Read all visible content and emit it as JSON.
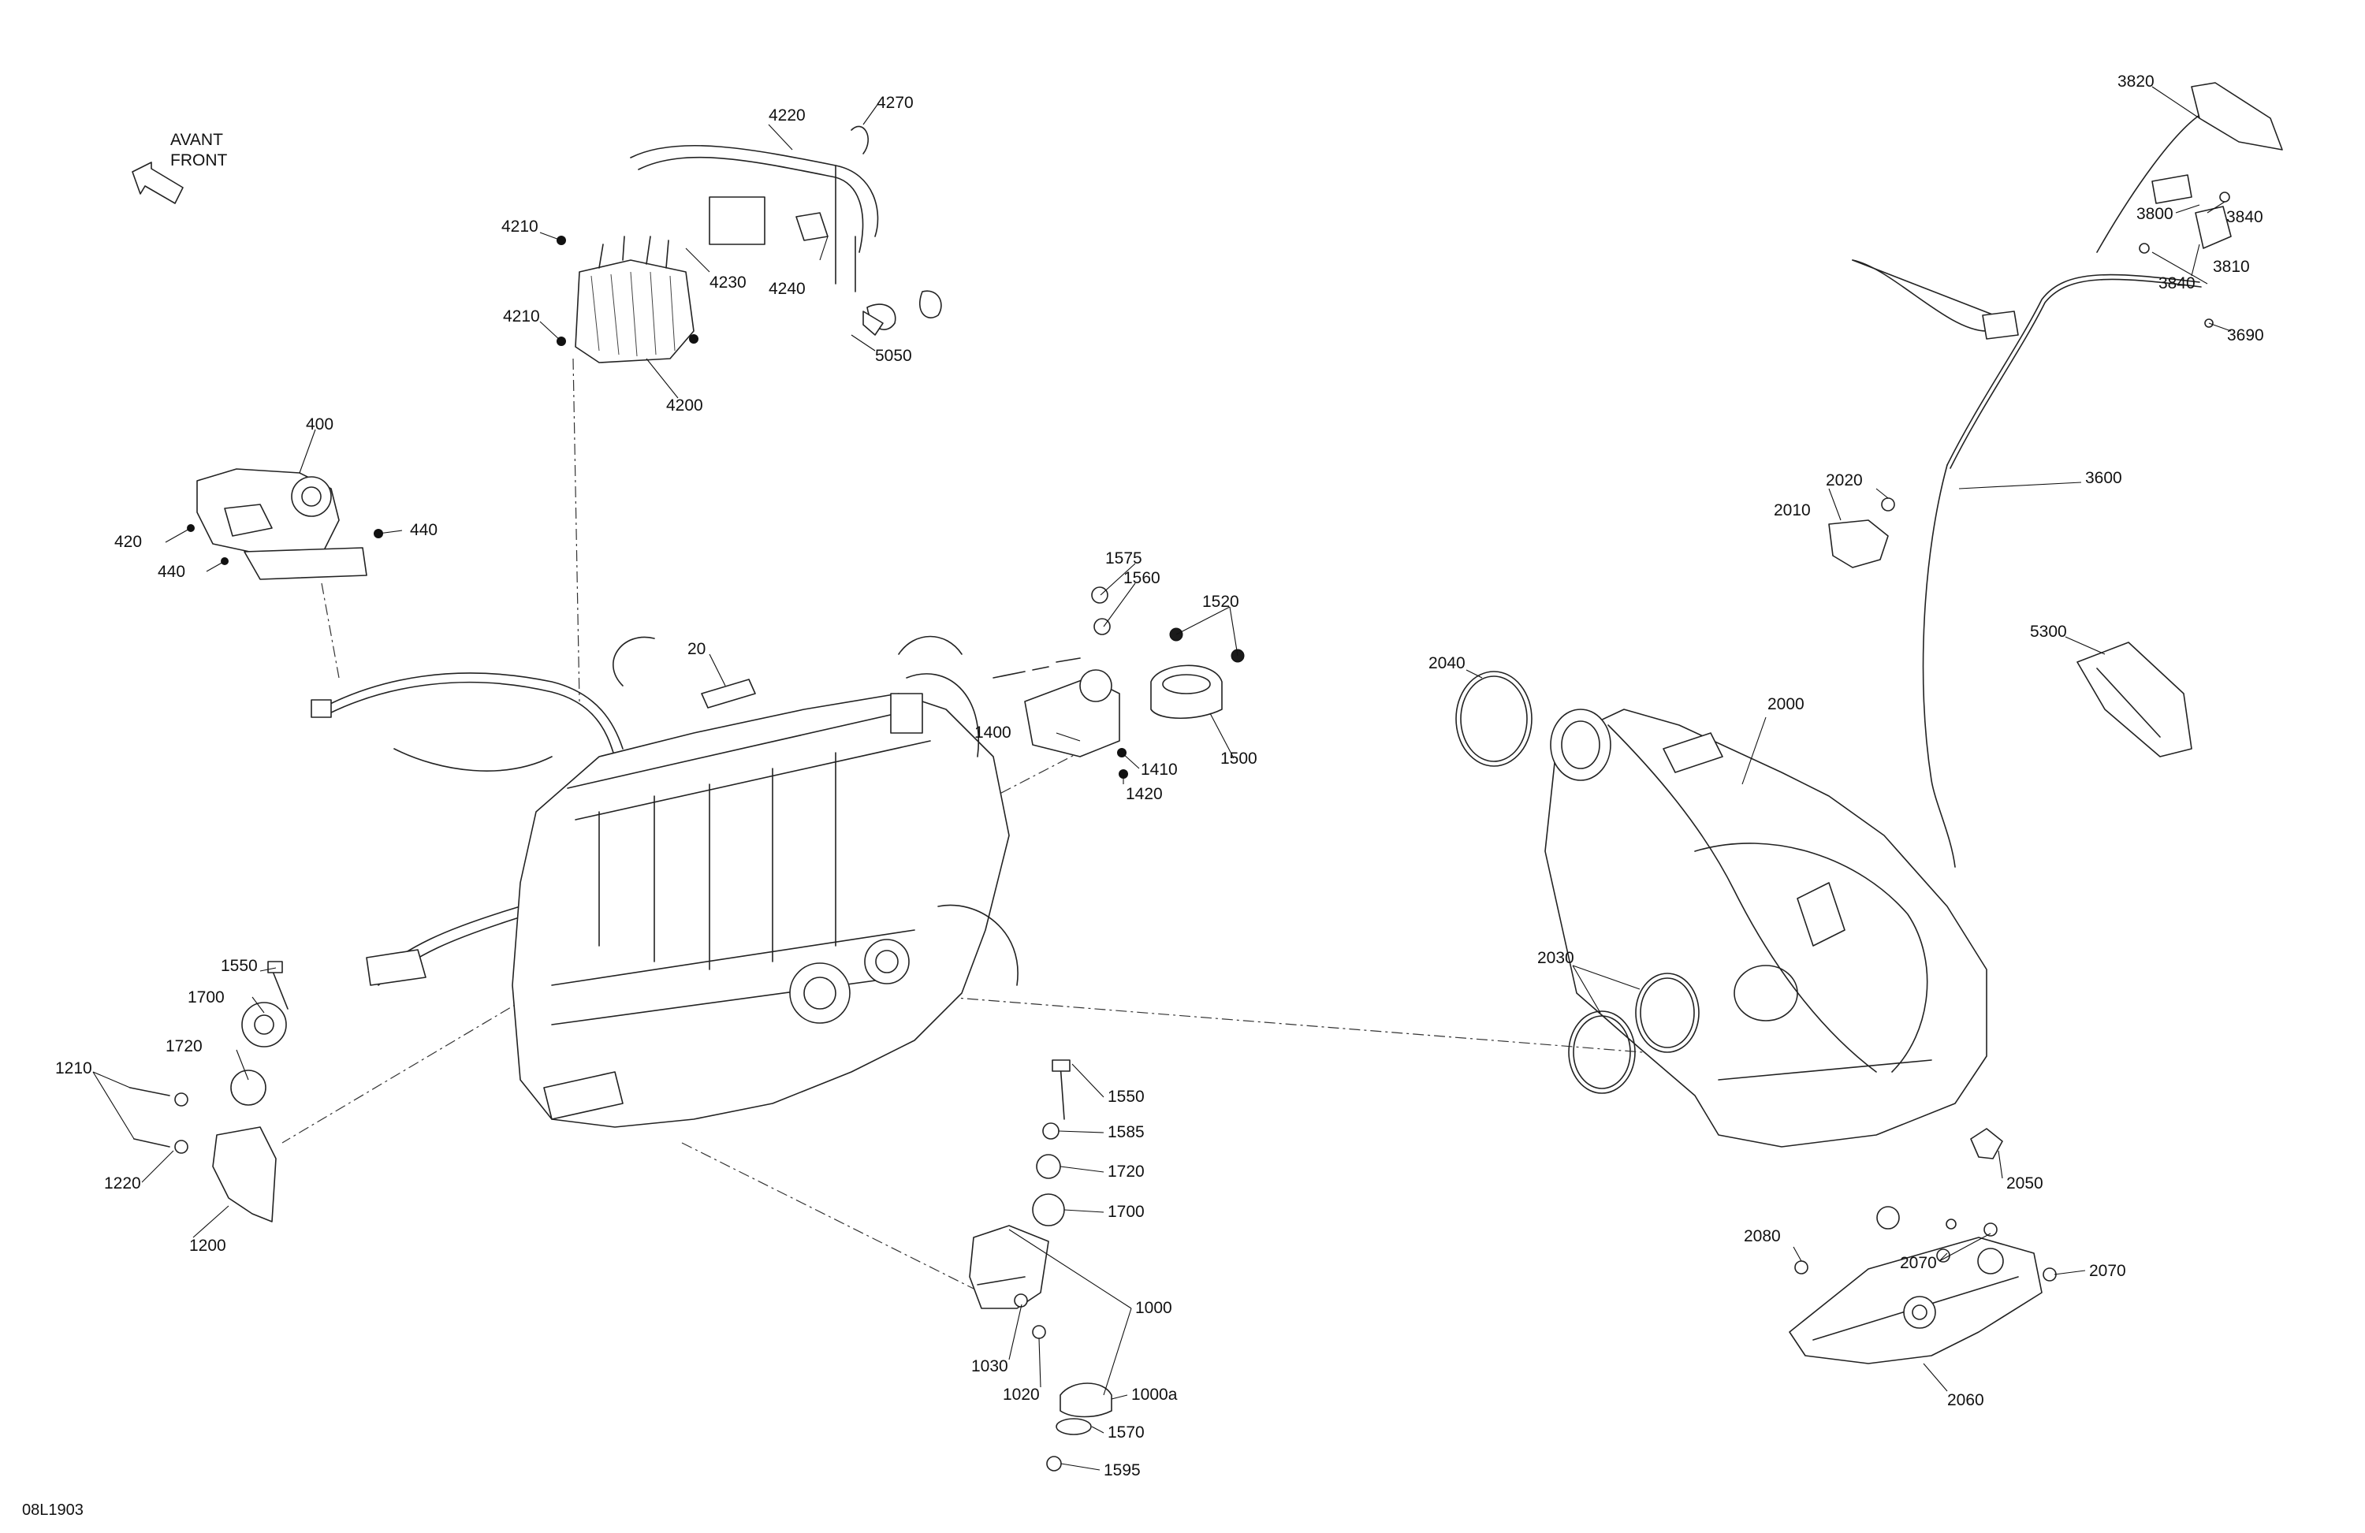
{
  "orientation": {
    "line1": "AVANT",
    "line2": "FRONT"
  },
  "diagram_code": "08L1903",
  "callouts": {
    "p20": "20",
    "p400": "400",
    "p420": "420",
    "p440a": "440",
    "p440b": "440",
    "p1000": "1000",
    "p1000a": "1000a",
    "p1020": "1020",
    "p1030": "1030",
    "p1200": "1200",
    "p1210": "1210",
    "p1220": "1220",
    "p1400": "1400",
    "p1410": "1410",
    "p1420": "1420",
    "p1500": "1500",
    "p1520": "1520",
    "p1550a": "1550",
    "p1550b": "1550",
    "p1560": "1560",
    "p1570": "1570",
    "p1575": "1575",
    "p1585": "1585",
    "p1595": "1595",
    "p1700a": "1700",
    "p1700b": "1700",
    "p1720a": "1720",
    "p1720b": "1720",
    "p2000": "2000",
    "p2010": "2010",
    "p2020": "2020",
    "p2030": "2030",
    "p2040": "2040",
    "p2050": "2050",
    "p2060": "2060",
    "p2070a": "2070",
    "p2070b": "2070",
    "p2080": "2080",
    "p3600": "3600",
    "p3690": "3690",
    "p3800": "3800",
    "p3810": "3810",
    "p3820": "3820",
    "p3840a": "3840",
    "p3840b": "3840",
    "p4200": "4200",
    "p4210a": "4210",
    "p4210b": "4210",
    "p4220": "4220",
    "p4230": "4230",
    "p4240": "4240",
    "p4270": "4270",
    "p5050": "5050",
    "p5300": "5300"
  }
}
